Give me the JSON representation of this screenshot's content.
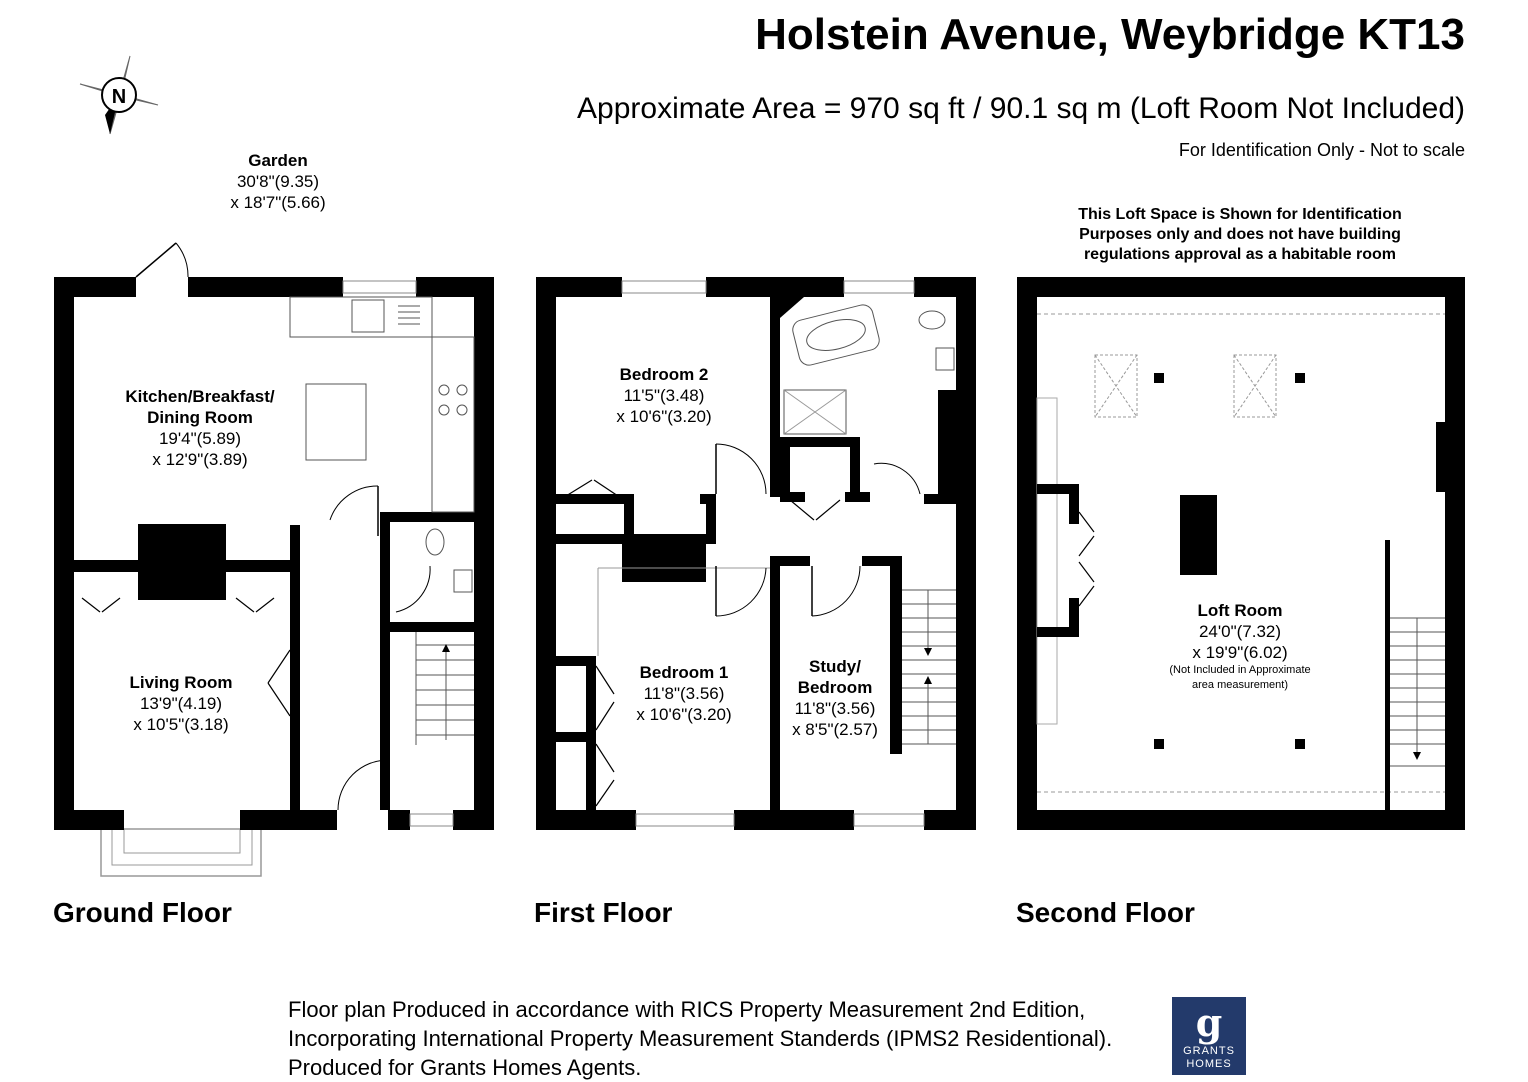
{
  "header": {
    "title": "Holstein Avenue, Weybridge KT13",
    "subtitle": "Approximate Area = 970 sq ft / 90.1 sq m (Loft Room Not Included)",
    "note": "For Identification Only - Not to scale"
  },
  "compass": {
    "letter": "N"
  },
  "loft_note": [
    "This Loft Space is Shown for Identification",
    "Purposes only and does not have building",
    "regulations approval as a habitable room"
  ],
  "garden": {
    "name": "Garden",
    "dim1": "30'8\"(9.35)",
    "dim2": "x 18'7\"(5.66)"
  },
  "rooms": {
    "kitchen": {
      "name1": "Kitchen/Breakfast/",
      "name2": "Dining Room",
      "dim1": "19'4\"(5.89)",
      "dim2": "x 12'9\"(3.89)"
    },
    "living": {
      "name": "Living Room",
      "dim1": "13'9\"(4.19)",
      "dim2": "x 10'5\"(3.18)"
    },
    "bedroom2": {
      "name": "Bedroom 2",
      "dim1": "11'5\"(3.48)",
      "dim2": "x 10'6\"(3.20)"
    },
    "bedroom1": {
      "name": "Bedroom 1",
      "dim1": "11'8\"(3.56)",
      "dim2": "x 10'6\"(3.20)"
    },
    "study": {
      "name1": "Study/",
      "name2": "Bedroom",
      "dim1": "11'8\"(3.56)",
      "dim2": "x 8'5\"(2.57)"
    },
    "loft": {
      "name": "Loft Room",
      "dim1": "24'0\"(7.32)",
      "dim2": "x 19'9\"(6.02)",
      "note1": "(Not Included in Approximate",
      "note2": "area measurement)"
    }
  },
  "floors": {
    "ground": "Ground Floor",
    "first": "First Floor",
    "second": "Second Floor"
  },
  "footer": {
    "line1": "Floor plan Produced in accordance with RICS Property Measurement 2nd Edition,",
    "line2": "Incorporating International Property Measurement Standerds (IPMS2  Residentional).",
    "line3": "Produced for Grants Homes Agents."
  },
  "logo": {
    "letter": "g",
    "word1": "GRANTS",
    "word2": "HOMES",
    "color": "#233a6b"
  },
  "colors": {
    "wall": "#000000",
    "fixture": "#666666"
  }
}
